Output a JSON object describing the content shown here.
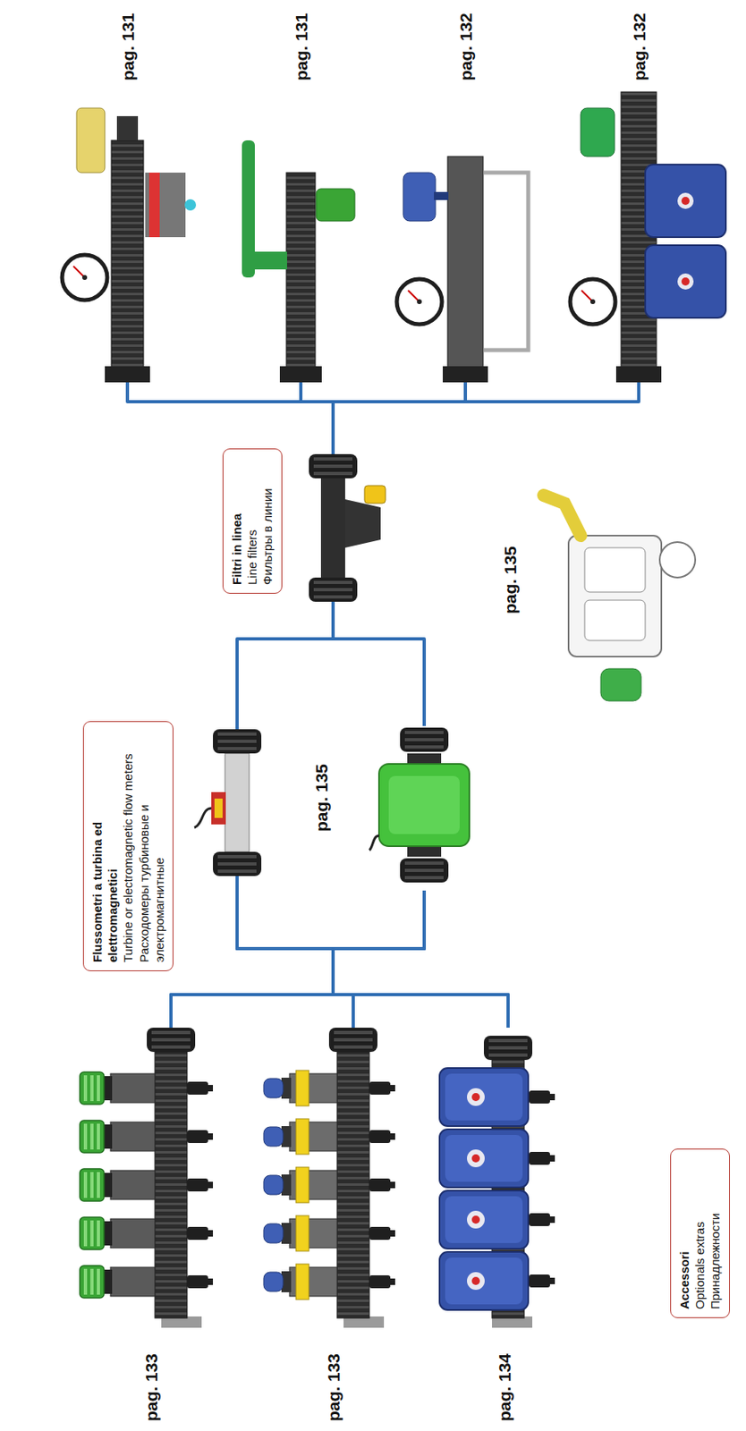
{
  "diagram": {
    "nodes": [
      {
        "text": [
          "pag. 133"
        ]
      },
      {
        "text": [
          "pag. 133"
        ]
      },
      {
        "text": [
          "pag. 134"
        ]
      },
      {
        "text": [
          "Flussometri a turbina ed elettromagnetici",
          "Turbine or electromagnetic flow meters",
          "Расходомеры турбиновые и электромагнитные"
        ]
      },
      {
        "text": [
          "pag. 135"
        ]
      },
      {
        "text": [
          "Filtri in linea",
          "Line filters",
          "Фильтры в линии"
        ]
      },
      {
        "text": [
          "pag. 131"
        ]
      },
      {
        "text": [
          "pag. 131"
        ]
      },
      {
        "text": [
          "pag. 132"
        ]
      },
      {
        "text": [
          "pag. 132"
        ]
      },
      {
        "text": [
          "Accessori",
          "Optionals extras",
          "Принадлежности"
        ]
      }
    ],
    "edges": [
      {
        "from": 0,
        "to": 3,
        "arrow": "none"
      },
      {
        "from": 0,
        "to": 4,
        "arrow": "none"
      },
      {
        "from": 1,
        "to": 3,
        "arrow": "none"
      },
      {
        "from": 1,
        "to": 4,
        "arrow": "none"
      },
      {
        "from": 2,
        "to": 3,
        "arrow": "none"
      },
      {
        "from": 2,
        "to": 4,
        "arrow": "none"
      },
      {
        "from": 3,
        "to": 5,
        "arrow": "none"
      },
      {
        "from": 4,
        "to": 5,
        "arrow": "none"
      },
      {
        "from": 5,
        "to": 6,
        "arrow": "none"
      },
      {
        "from": 5,
        "to": 7,
        "arrow": "none"
      },
      {
        "from": 5,
        "to": 8,
        "arrow": "none"
      },
      {
        "from": 5,
        "to": 9,
        "arrow": "none"
      }
    ],
    "labels": [
      "pag. 135"
    ]
  }
}
